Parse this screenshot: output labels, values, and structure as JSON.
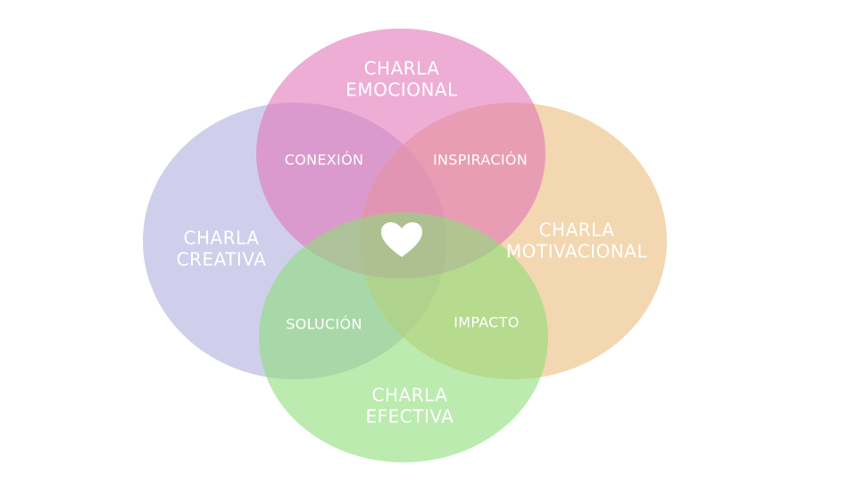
{
  "circles": [
    {
      "id": "emocional",
      "line1": "CHARLA",
      "line2": "EMOCIONAL",
      "color": "#e377b9"
    },
    {
      "id": "creativa",
      "line1": "CHARLA",
      "line2": "CREATIVA",
      "color": "#a9a8da"
    },
    {
      "id": "motivacional",
      "line1": "CHARLA",
      "line2": "MOTIVACIONAL",
      "color": "#ebbd7c"
    },
    {
      "id": "efectiva",
      "line1": "CHARLA",
      "line2": "EFECTIVA",
      "color": "#8ede7a"
    }
  ],
  "overlaps": {
    "conexion": "CONEXIÓN",
    "inspiracion": "INSPIRACIÓN",
    "solucion": "SOLUCIÓN",
    "impacto": "IMPACTO"
  },
  "center": {
    "icon": "heart-icon",
    "color": "#ffffff"
  }
}
